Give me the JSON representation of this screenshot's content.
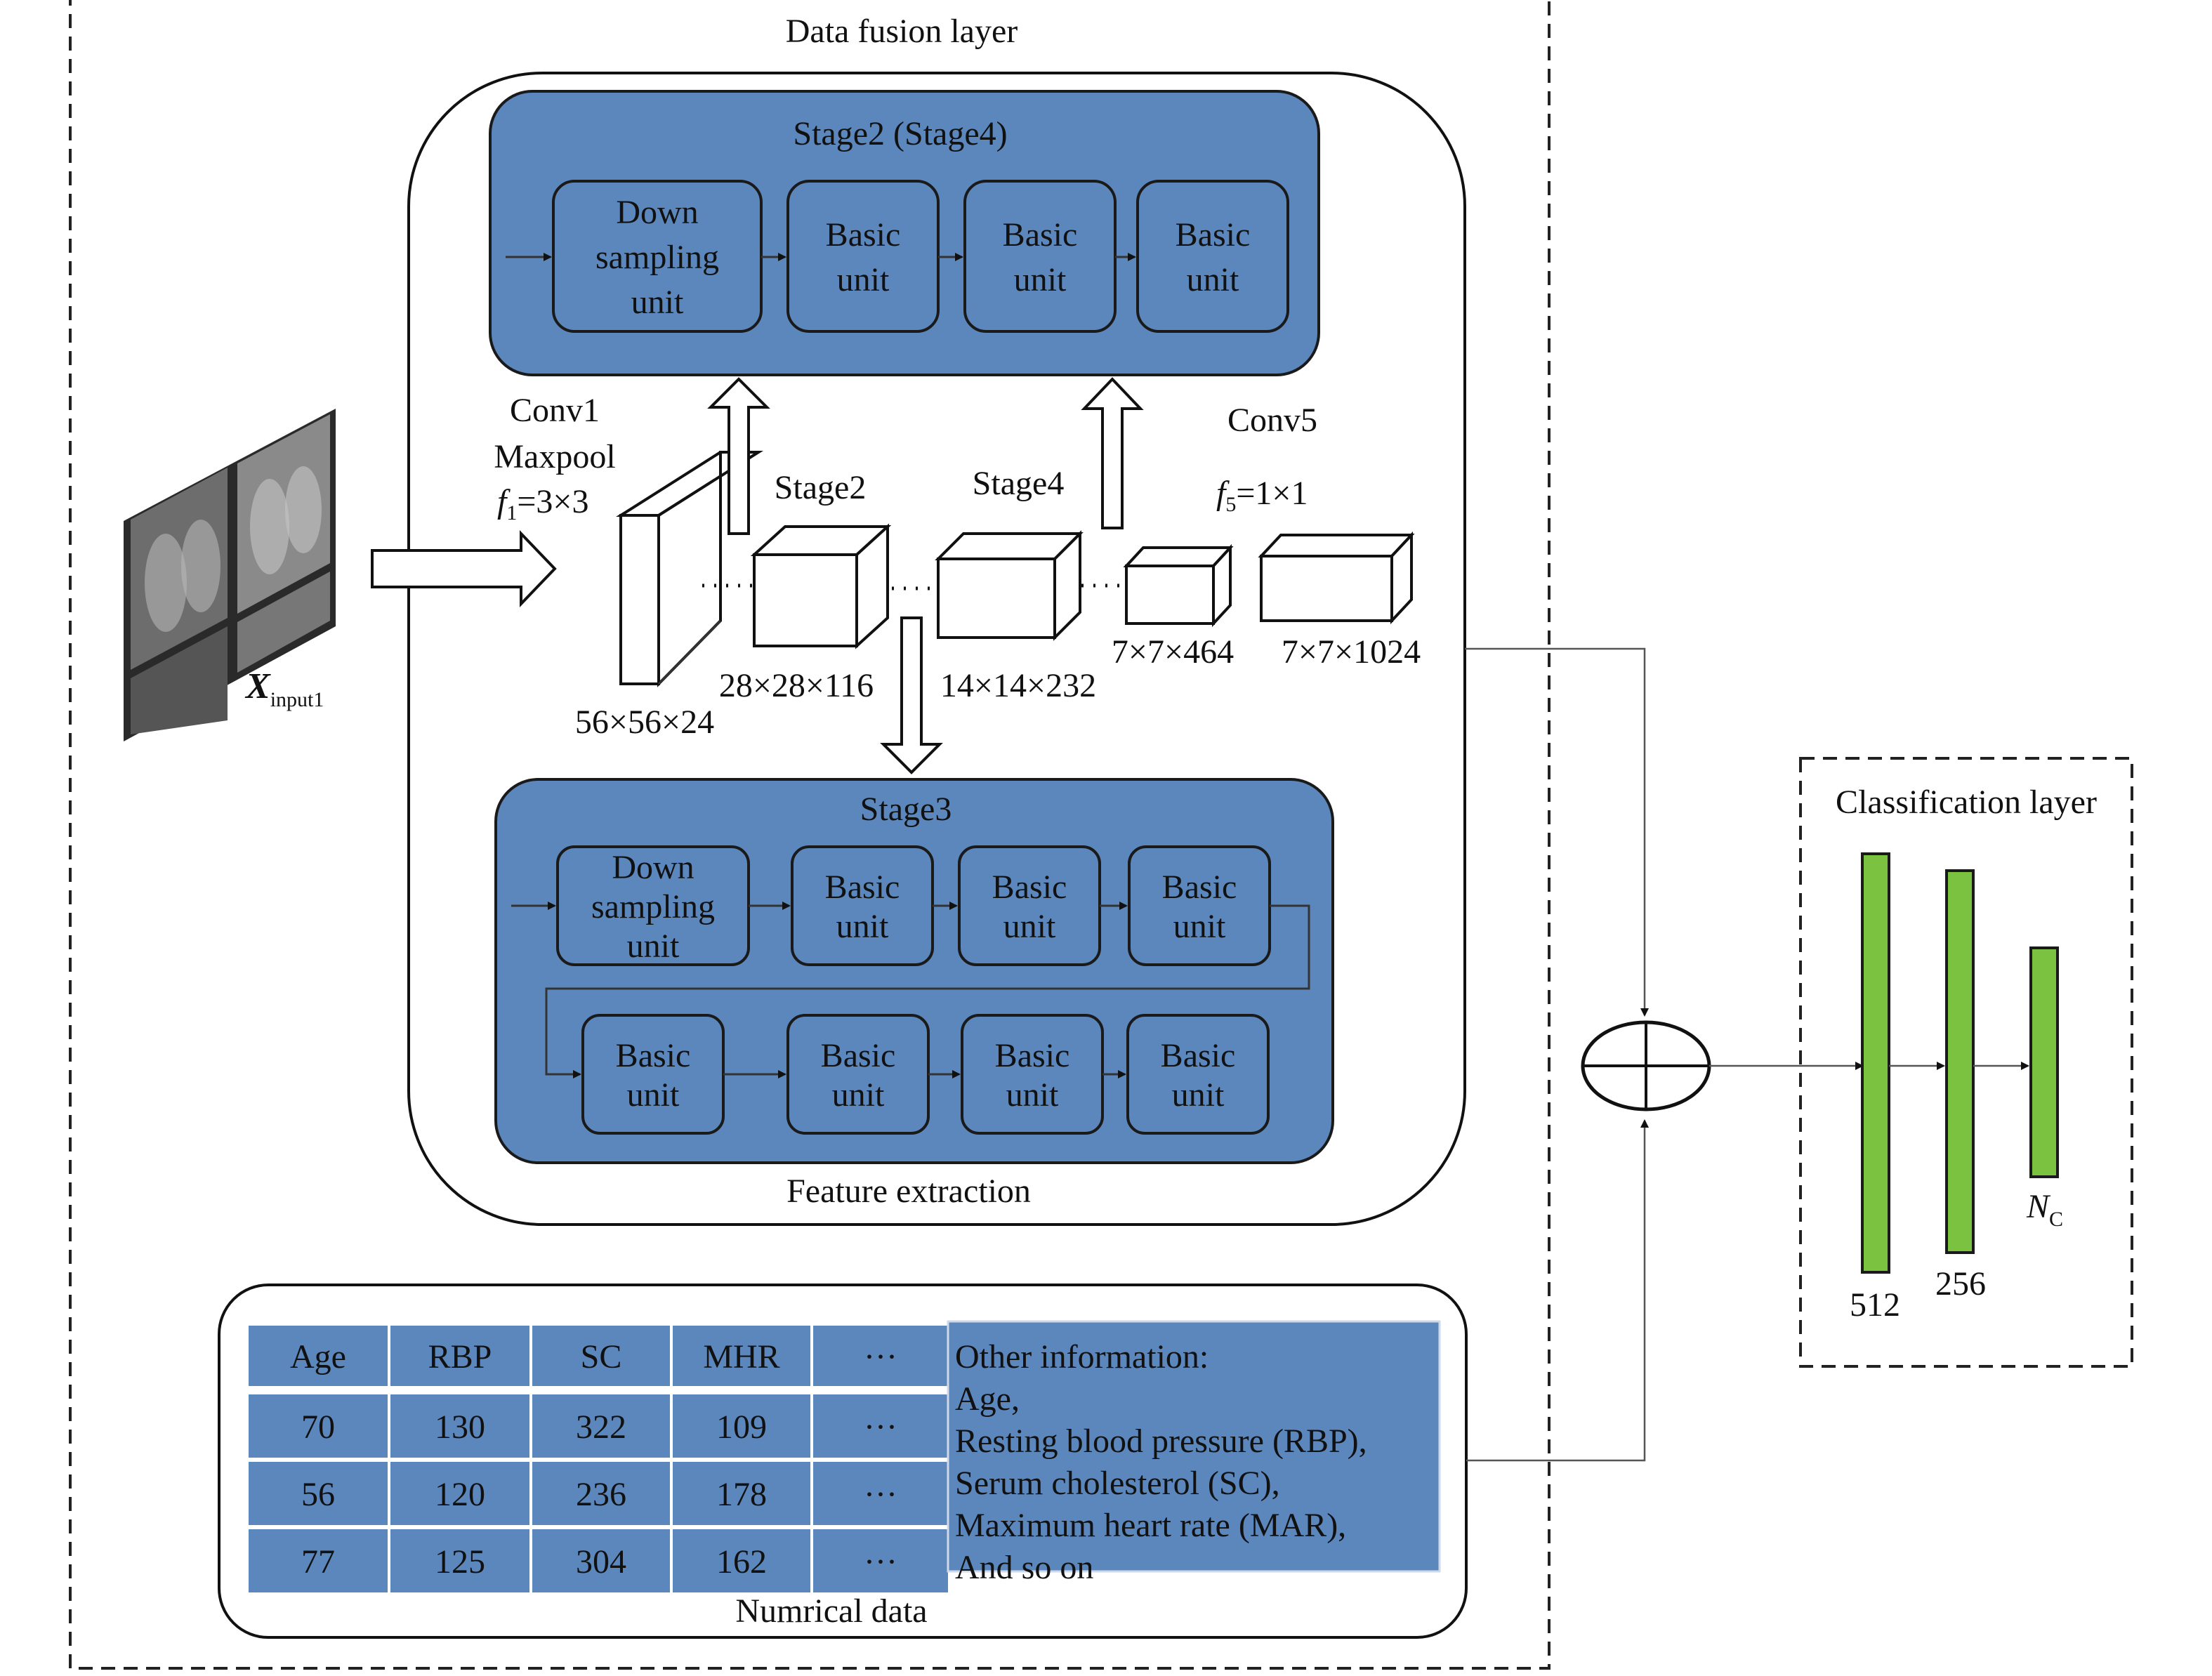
{
  "data_fusion_layer": {
    "title": "Data fusion layer",
    "feature_extraction_label": "Feature extraction",
    "numerical_label": "Numrical data"
  },
  "stage_top": {
    "title": "Stage2 (Stage4)",
    "units": [
      "Down\nsampling\nunit",
      "Basic\nunit",
      "Basic\nunit",
      "Basic\nunit"
    ]
  },
  "stage_bottom": {
    "title": "Stage3",
    "row1": [
      "Down\nsampling\nunit",
      "Basic\nunit",
      "Basic\nunit",
      "Basic\nunit"
    ],
    "row2": [
      "Basic\nunit",
      "Basic\nunit",
      "Basic\nunit",
      "Basic\nunit"
    ]
  },
  "input": {
    "label_main": "X",
    "label_sub": "input1"
  },
  "conv1": {
    "lines": [
      "Conv1",
      "Maxpool"
    ],
    "kernel_main": "f",
    "kernel_sub": "1",
    "kernel_rest": "=3×3",
    "size": "56×56×24"
  },
  "stage2": {
    "label": "Stage2",
    "size": "28×28×116"
  },
  "stage4": {
    "label": "Stage4",
    "size": "14×14×232"
  },
  "stage5_block": {
    "size": "7×7×464"
  },
  "conv5": {
    "label": "Conv5",
    "kernel_main": "f",
    "kernel_sub": "5",
    "kernel_rest": "=1×1",
    "size": "7×7×1024"
  },
  "table": {
    "headers": [
      "Age",
      "RBP",
      "SC",
      "MHR",
      "···"
    ],
    "rows": [
      [
        "70",
        "130",
        "322",
        "109",
        "···"
      ],
      [
        "56",
        "120",
        "236",
        "178",
        "···"
      ],
      [
        "77",
        "125",
        "304",
        "162",
        "···"
      ]
    ]
  },
  "other_info": {
    "lines": [
      "Other information:",
      "Age,",
      "Resting blood pressure (RBP),",
      "Serum cholesterol (SC),",
      "Maximum heart rate (MAR),",
      "And so on"
    ]
  },
  "classification": {
    "title": "Classification layer",
    "layers": [
      "512",
      "256"
    ],
    "output_main": "N",
    "output_sub": "C"
  }
}
